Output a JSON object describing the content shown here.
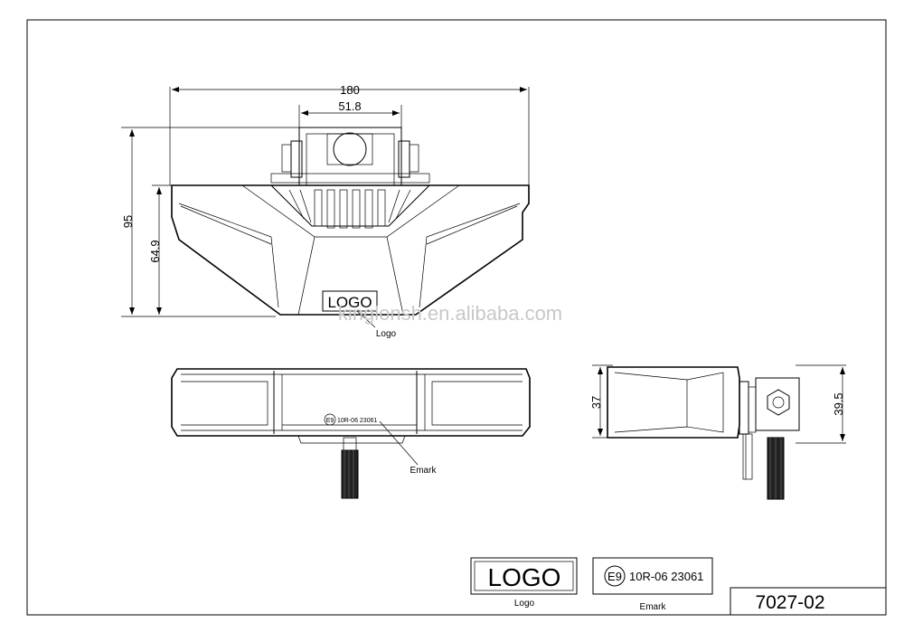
{
  "dimensions": {
    "width_total": "180",
    "width_bracket": "51.8",
    "height_total": "95",
    "height_body": "64.9",
    "side_height": "37",
    "side_height_total": "39.5"
  },
  "labels": {
    "logo_box_text": "LOGO",
    "logo_caption": "Logo",
    "emark_caption": "Emark",
    "emark_circle": "E9",
    "emark_code_small": "10R-06 23061",
    "emark_code_large": "10R-06 23061",
    "watermark": "kinglonsh.en.alibaba.com"
  },
  "title_block": {
    "logo_text": "LOGO",
    "logo_caption": "Logo",
    "emark_circle": "E9",
    "emark_code": "10R-06 23061",
    "emark_caption": "Emark",
    "part_number": "7027-02"
  }
}
